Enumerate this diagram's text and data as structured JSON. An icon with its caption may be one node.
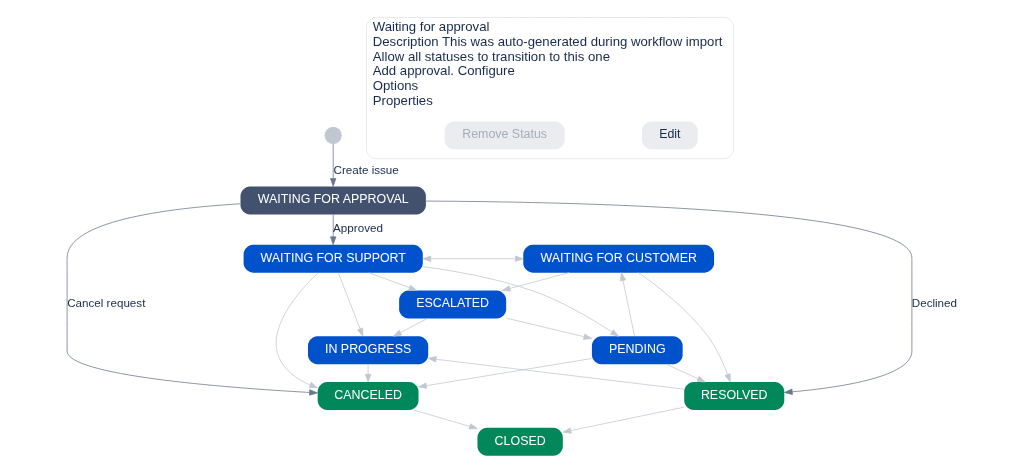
{
  "diagram": {
    "nodes": [
      {
        "text": [],
        "shape": "circle"
      },
      {
        "text": [
          "WAITING FOR APPROVAL"
        ]
      },
      {
        "text": [
          "WAITING FOR SUPPORT"
        ]
      },
      {
        "text": [
          "WAITING FOR CUSTOMER"
        ]
      },
      {
        "text": [
          "ESCALATED"
        ]
      },
      {
        "text": [
          "IN PROGRESS"
        ]
      },
      {
        "text": [
          "PENDING"
        ]
      },
      {
        "text": [
          "CANCELED"
        ]
      },
      {
        "text": [
          "RESOLVED"
        ]
      },
      {
        "text": [
          "CLOSED"
        ]
      },
      {
        "text": [
          "Waiting for approval",
          "Description This was auto-generated during workflow import",
          "Allow all statuses to transition to this one",
          "Add approval. Configure",
          "Options",
          "Properties"
        ]
      },
      {
        "text": [
          "Edit"
        ],
        "in": 10
      },
      {
        "text": [
          "Remove Status"
        ],
        "in": 10
      }
    ],
    "edges": [
      {
        "from": 0,
        "to": 1,
        "arrow": "to",
        "label": "Create issue",
        "color": "#6b778c"
      },
      {
        "from": 1,
        "to": 2,
        "arrow": "to",
        "label": "Approved",
        "color": "#6b778c"
      },
      {
        "from": 1,
        "to": 7,
        "arrow": "to",
        "label": "Cancel request",
        "color": "#6b778c"
      },
      {
        "from": 1,
        "to": 8,
        "arrow": "to",
        "label": "Declined",
        "color": "#6b778c"
      },
      {
        "from": 2,
        "to": 3,
        "arrow": "both"
      },
      {
        "from": 2,
        "to": 4,
        "arrow": "to"
      },
      {
        "from": 3,
        "to": 4,
        "arrow": "to"
      },
      {
        "from": 2,
        "to": 5,
        "arrow": "to"
      },
      {
        "from": 2,
        "to": 6,
        "arrow": "to"
      },
      {
        "from": 4,
        "to": 5,
        "arrow": "to"
      },
      {
        "from": 4,
        "to": 6,
        "arrow": "to"
      },
      {
        "from": 6,
        "to": 3,
        "arrow": "to"
      },
      {
        "from": 2,
        "to": 7,
        "arrow": "to"
      },
      {
        "from": 3,
        "to": 8,
        "arrow": "to"
      },
      {
        "from": 5,
        "to": 7,
        "arrow": "to"
      },
      {
        "from": 6,
        "to": 7,
        "arrow": "to"
      },
      {
        "from": 6,
        "to": 8,
        "arrow": "to"
      },
      {
        "from": 8,
        "to": 5,
        "arrow": "to"
      },
      {
        "from": 7,
        "to": 9,
        "arrow": "to"
      },
      {
        "from": 8,
        "to": 9,
        "arrow": "to"
      }
    ]
  }
}
